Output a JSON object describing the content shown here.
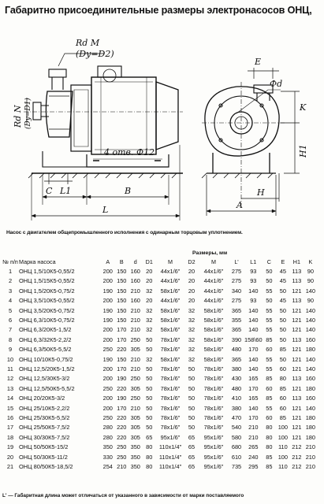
{
  "title": "Габаритно присоединительные размеры электронасосов ОНЦ,",
  "drawing": {
    "labels": {
      "rd_m": "Rd M",
      "dy_d2": "(Dy=D2)",
      "rd_n": "Rd N",
      "dy_d1": "(Dy=D1)",
      "holes": "4 отв. Ф12",
      "C": "C",
      "L1": "L1",
      "B": "B",
      "L": "L",
      "E": "E",
      "phi_d": "Фd",
      "K": "K",
      "H1": "H1",
      "H": "H",
      "A": "A"
    }
  },
  "caption": "Насос с двигателем общепромышленного исполнения с одинарным торцовым уплотнением.",
  "units_header": "Размеры, мм",
  "table": {
    "headers": [
      "№ п/п",
      "Марка насоса",
      "A",
      "B",
      "d",
      "D1",
      "M",
      "D2",
      "M",
      "L'",
      "L1",
      "C",
      "E",
      "H1",
      "K"
    ],
    "rows": [
      [
        "1",
        "ОНЦ 1,5/10К5-0,55/2",
        "200",
        "150",
        "160",
        "20",
        "44х1/6\"",
        "20",
        "44х1/6\"",
        "275",
        "93",
        "50",
        "45",
        "113",
        "90"
      ],
      [
        "2",
        "ОНЦ 1,5/15К5-0,55/2",
        "200",
        "150",
        "160",
        "20",
        "44х1/6\"",
        "20",
        "44х1/6\"",
        "275",
        "93",
        "50",
        "45",
        "113",
        "90"
      ],
      [
        "3",
        "ОНЦ 1,5/20К5-0,75/2",
        "190",
        "150",
        "210",
        "32",
        "58х1/6\"",
        "20",
        "44х1/6\"",
        "340",
        "140",
        "55",
        "50",
        "121",
        "140"
      ],
      [
        "4",
        "ОНЦ 3,5/10К5-0,55/2",
        "200",
        "150",
        "160",
        "20",
        "44х1/6\"",
        "20",
        "44х1/6\"",
        "275",
        "93",
        "50",
        "45",
        "113",
        "90"
      ],
      [
        "5",
        "ОНЦ 3,5/20К5-0,75/2",
        "190",
        "150",
        "210",
        "32",
        "58х1/6\"",
        "32",
        "58х1/6\"",
        "365",
        "140",
        "55",
        "50",
        "121",
        "140"
      ],
      [
        "6",
        "ОНЦ 6,3/10К5-0,75/2",
        "190",
        "150",
        "210",
        "32",
        "58х1/6\"",
        "32",
        "58х1/6\"",
        "355",
        "140",
        "55",
        "50",
        "121",
        "140"
      ],
      [
        "7",
        "ОНЦ 6,3/20К5-1,5/2",
        "200",
        "170",
        "210",
        "32",
        "58х1/6\"",
        "32",
        "58х1/6\"",
        "365",
        "140",
        "55",
        "50",
        "121",
        "140"
      ],
      [
        "8",
        "ОНЦ 6,3/32К5-2,2/2",
        "200",
        "170",
        "250",
        "50",
        "78х1/6\"",
        "32",
        "58х1/6\"",
        "390",
        "158\\60",
        "85",
        "50",
        "113",
        "160"
      ],
      [
        "9",
        "ОНЦ 6,3/50К5-5,5/2",
        "250",
        "220",
        "305",
        "50",
        "78х1/6\"",
        "32",
        "58х1/6\"",
        "480",
        "170",
        "60",
        "85",
        "121",
        "180"
      ],
      [
        "10",
        "ОНЦ 10/10К5-0,75/2",
        "190",
        "150",
        "210",
        "32",
        "58х1/6\"",
        "32",
        "58х1/6\"",
        "365",
        "140",
        "55",
        "50",
        "121",
        "140"
      ],
      [
        "11",
        "ОНЦ 12,5/20К5-1,5/2",
        "200",
        "170",
        "210",
        "50",
        "78х1/6\"",
        "50",
        "78х1/6\"",
        "380",
        "140",
        "55",
        "60",
        "121",
        "140"
      ],
      [
        "12",
        "ОНЦ 12,5/30К5-3/2",
        "200",
        "190",
        "250",
        "50",
        "78х1/6\"",
        "50",
        "78х1/6\"",
        "430",
        "165",
        "85",
        "80",
        "113",
        "160"
      ],
      [
        "13",
        "ОНЦ 12,5/50К5-5,5/2",
        "250",
        "220",
        "305",
        "50",
        "78х1/6\"",
        "50",
        "78х1/6\"",
        "480",
        "170",
        "60",
        "85",
        "121",
        "180"
      ],
      [
        "14",
        "ОНЦ 20/20К5-3/2",
        "200",
        "190",
        "250",
        "50",
        "78х1/6\"",
        "50",
        "78х1/6\"",
        "410",
        "165",
        "85",
        "60",
        "113",
        "160"
      ],
      [
        "15",
        "ОНЦ 25/10К5-2,2/2",
        "200",
        "170",
        "210",
        "50",
        "78х1/6\"",
        "50",
        "78х1/6\"",
        "380",
        "140",
        "55",
        "60",
        "121",
        "140"
      ],
      [
        "16",
        "ОНЦ 25/30К5-5,5/2",
        "250",
        "220",
        "305",
        "50",
        "78х1/6\"",
        "50",
        "78х1/6\"",
        "470",
        "170",
        "60",
        "85",
        "121",
        "180"
      ],
      [
        "17",
        "ОНЦ 25/50К5-7,5/2",
        "280",
        "220",
        "305",
        "50",
        "78х1/6\"",
        "50",
        "78х1/6\"",
        "540",
        "210",
        "80",
        "100",
        "121",
        "180"
      ],
      [
        "18",
        "ОНЦ 30/30К5-7,5/2",
        "280",
        "220",
        "305",
        "65",
        "95х1/6\"",
        "65",
        "95х1/6\"",
        "580",
        "210",
        "80",
        "100",
        "121",
        "180"
      ],
      [
        "19",
        "ОНЦ 50/50К5-15/2",
        "350",
        "250",
        "350",
        "80",
        "110х1/4\"",
        "65",
        "95х1/6\"",
        "680",
        "265",
        "80",
        "110",
        "212",
        "210"
      ],
      [
        "20",
        "ОНЦ 50/30К5-11/2",
        "330",
        "250",
        "350",
        "80",
        "110х1/4\"",
        "65",
        "95х1/6\"",
        "610",
        "240",
        "85",
        "100",
        "212",
        "210"
      ],
      [
        "21",
        "ОНЦ 80/50К5-18,5/2",
        "254",
        "210",
        "350",
        "80",
        "110х1/4\"",
        "65",
        "95х1/6\"",
        "735",
        "295",
        "85",
        "110",
        "212",
        "210"
      ]
    ]
  },
  "footnote": "L' — Габаритная длина может отличаться от указанного в зависимости от марки поставляемого"
}
